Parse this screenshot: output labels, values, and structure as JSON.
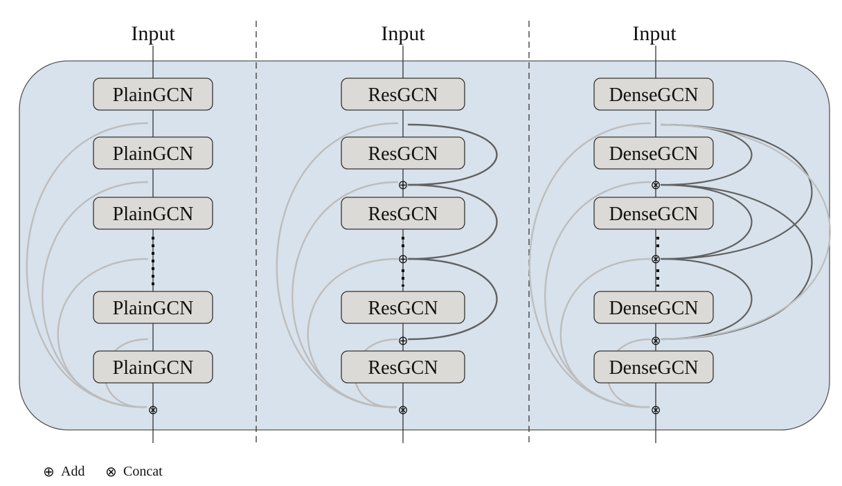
{
  "columns": [
    {
      "id": "plain",
      "title": "Input",
      "blocks": [
        "PlainGCN",
        "PlainGCN",
        "PlainGCN",
        "PlainGCN",
        "PlainGCN"
      ],
      "mid_ops": [],
      "output_op": "⊗"
    },
    {
      "id": "res",
      "title": "Input",
      "blocks": [
        "ResGCN",
        "ResGCN",
        "ResGCN",
        "ResGCN",
        "ResGCN"
      ],
      "mid_ops": [
        "⊕",
        "⊕",
        "⊕"
      ],
      "output_op": "⊗"
    },
    {
      "id": "dense",
      "title": "Input",
      "blocks": [
        "DenseGCN",
        "DenseGCN",
        "DenseGCN",
        "DenseGCN",
        "DenseGCN"
      ],
      "mid_ops": [
        "⊗",
        "⊗",
        "⊗"
      ],
      "output_op": "⊗"
    }
  ],
  "legend": {
    "add_symbol": "⊕",
    "add_label": "Add",
    "concat_symbol": "⊗",
    "concat_label": "Concat"
  },
  "colors": {
    "panel_fill": "#d8e2ec",
    "block_fill": "#dcdad6",
    "skip_light": "#bdbdbd",
    "skip_dark": "#616161"
  }
}
